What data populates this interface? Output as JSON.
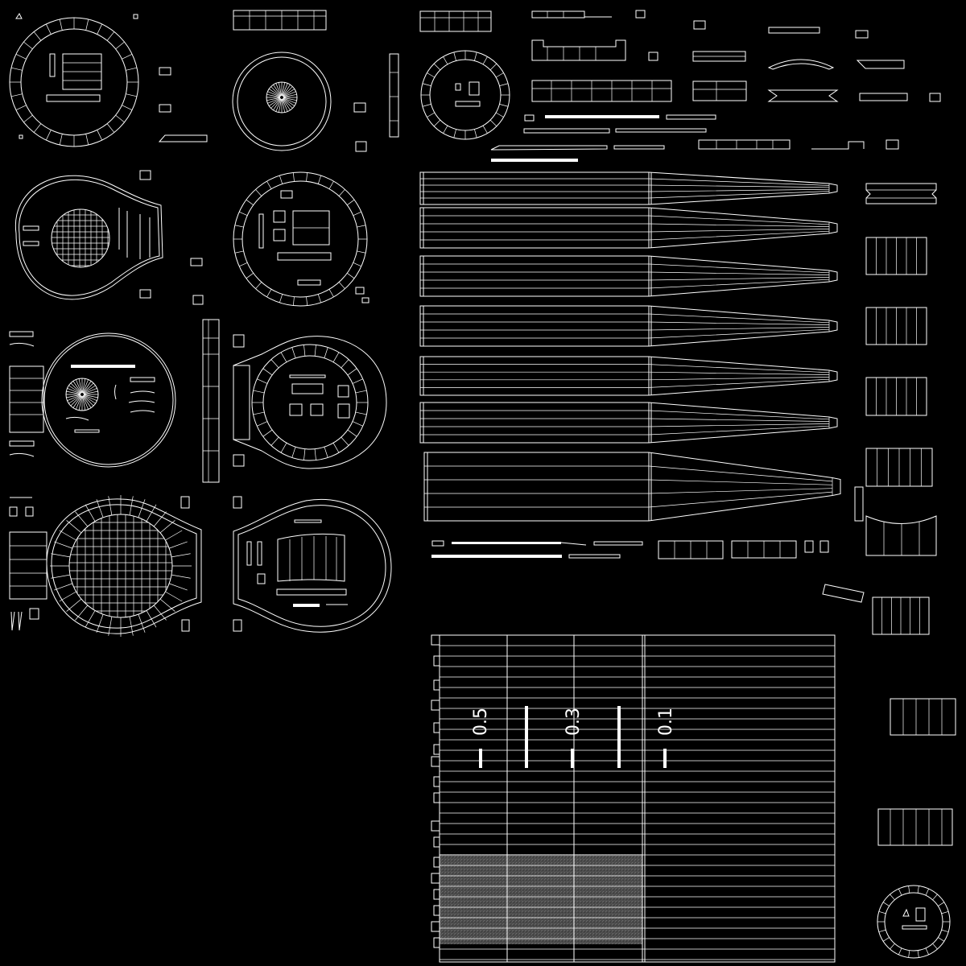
{
  "canvas": {
    "background": "#000000",
    "wire_color": "#ffffff",
    "shaded_fill": "#555555"
  },
  "ruler_labels": [
    {
      "id": "ruler-label-0-5",
      "text": "0.5"
    },
    {
      "id": "ruler-label-0-3",
      "text": "0.3"
    },
    {
      "id": "ruler-label-0-1",
      "text": "0.1"
    }
  ]
}
